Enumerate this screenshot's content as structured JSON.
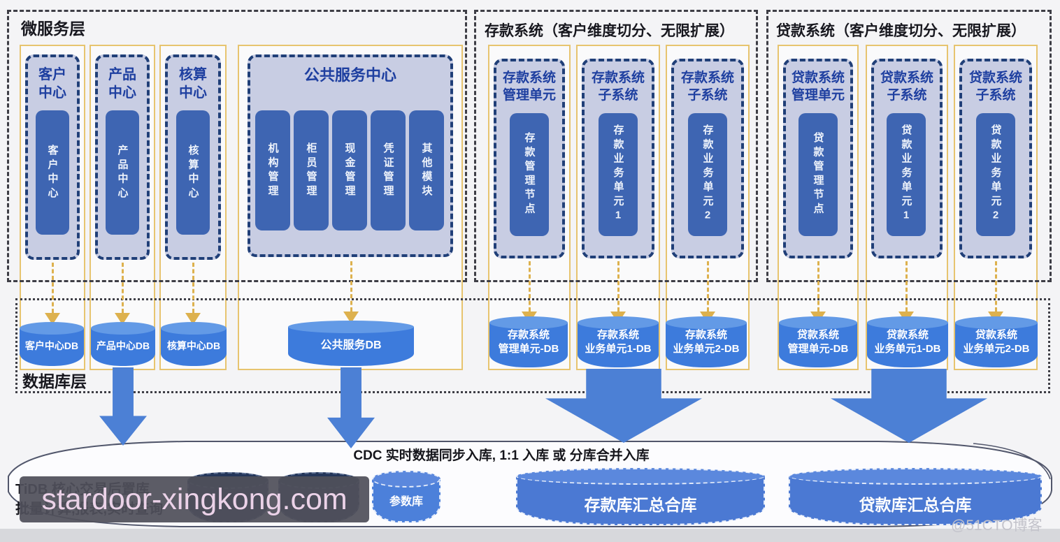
{
  "microservices_layer": {
    "title": "微服务层",
    "centers": [
      {
        "title": "客户\n中心",
        "pill": "客户中心",
        "db": "客户中心DB"
      },
      {
        "title": "产品\n中心",
        "pill": "产品中心",
        "db": "产品中心DB"
      },
      {
        "title": "核算\n中心",
        "pill": "核算中心",
        "db": "核算中心DB"
      }
    ],
    "public_center": {
      "title": "公共服务中心",
      "modules": [
        "机构管理",
        "柜员管理",
        "现金管理",
        "凭证管理",
        "其他模块"
      ],
      "db": "公共服务DB"
    }
  },
  "deposit_system": {
    "title": "存款系统（客户维度切分、无限扩展）",
    "units": [
      {
        "title": "存款系统\n管理单元",
        "pill": "存款管理节点",
        "db": "存款系统\n管理单元-DB"
      },
      {
        "title": "存款系统\n子系统",
        "pill": "存款业务单元1",
        "db": "存款系统\n业务单元1-DB"
      },
      {
        "title": "存款系统\n子系统",
        "pill": "存款业务单元2",
        "db": "存款系统\n业务单元2-DB"
      }
    ]
  },
  "loan_system": {
    "title": "贷款系统（客户维度切分、无限扩展）",
    "units": [
      {
        "title": "贷款系统\n管理单元",
        "pill": "贷款管理节点",
        "db": "贷款系统\n管理单元-DB"
      },
      {
        "title": "贷款系统\n子系统",
        "pill": "贷款业务单元1",
        "db": "贷款系统\n业务单元1-DB"
      },
      {
        "title": "贷款系统\n子系统",
        "pill": "贷款业务单元2",
        "db": "贷款系统\n业务单元2-DB"
      }
    ]
  },
  "database_layer": {
    "label": "数据库层"
  },
  "tidb_pool": {
    "cdc_text": "CDC 实时数据同步入库, 1:1 入库 或 分库合并入库",
    "tidb_title": "TiDB 核心交易后置库",
    "tidb_subtitle": "批量计算,报表,实时查询",
    "param_db": "参数库",
    "deposit_summary_db": "存款库汇总合库",
    "loan_summary_db": "贷款库汇总合库"
  },
  "watermarks": {
    "site": "stardoor-xingkong.com",
    "blog": "@51CTO博客"
  },
  "colors": {
    "accent_blue": "#3e65b2",
    "cylinder_blue": "#3d7bdc",
    "arrow_blue": "#4c80d5",
    "column_yellow": "#e7c46f",
    "panel_fill": "#c8cde3",
    "panel_border": "#203f78",
    "title_blue": "#1e3fa0"
  }
}
